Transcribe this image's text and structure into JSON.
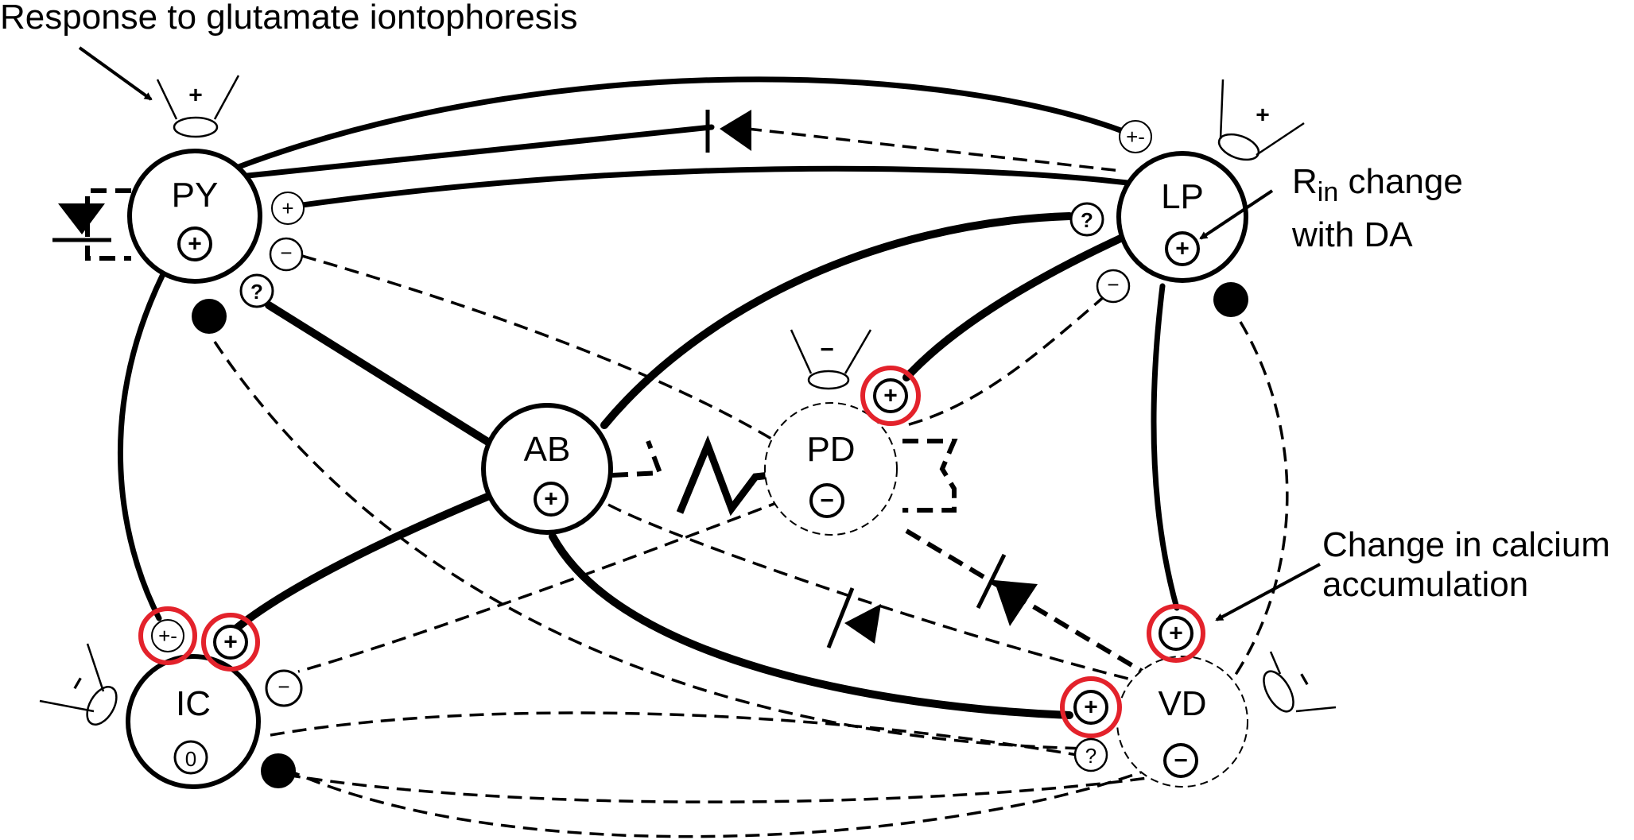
{
  "annotations": {
    "glutamate": "Response to glutamate iontophoresis",
    "rin_main": "R",
    "rin_sub": "in",
    "rin_rest": " change",
    "rin_line2": "with DA",
    "calcium_line1": "Change in calcium",
    "calcium_line2": "accumulation"
  },
  "neurons": [
    {
      "id": "PY",
      "label": "PY",
      "dopamine_effect": "+",
      "drawn": "solid"
    },
    {
      "id": "LP",
      "label": "LP",
      "dopamine_effect": "+",
      "drawn": "solid"
    },
    {
      "id": "AB",
      "label": "AB",
      "dopamine_effect": "+",
      "drawn": "solid"
    },
    {
      "id": "PD",
      "label": "PD",
      "dopamine_effect": "−",
      "drawn": "dashed"
    },
    {
      "id": "IC",
      "label": "IC",
      "dopamine_effect": "0",
      "drawn": "solid"
    },
    {
      "id": "VD",
      "label": "VD",
      "dopamine_effect": "−",
      "drawn": "dashed"
    }
  ],
  "glutamate_pipettes": [
    {
      "near": "PY",
      "sign": "+"
    },
    {
      "near": "LP",
      "sign": "+"
    },
    {
      "near": "PD",
      "sign": "−"
    },
    {
      "near": "IC",
      "sign": "−"
    },
    {
      "near": "VD",
      "sign": "−"
    }
  ],
  "synapse_symbols": {
    "plus": "+",
    "minus": "−",
    "question": "?",
    "plus_minus": "+-",
    "zero": "0"
  },
  "colors": {
    "ink": "#000000",
    "highlight": "#e3222b",
    "background": "#ffffff"
  }
}
